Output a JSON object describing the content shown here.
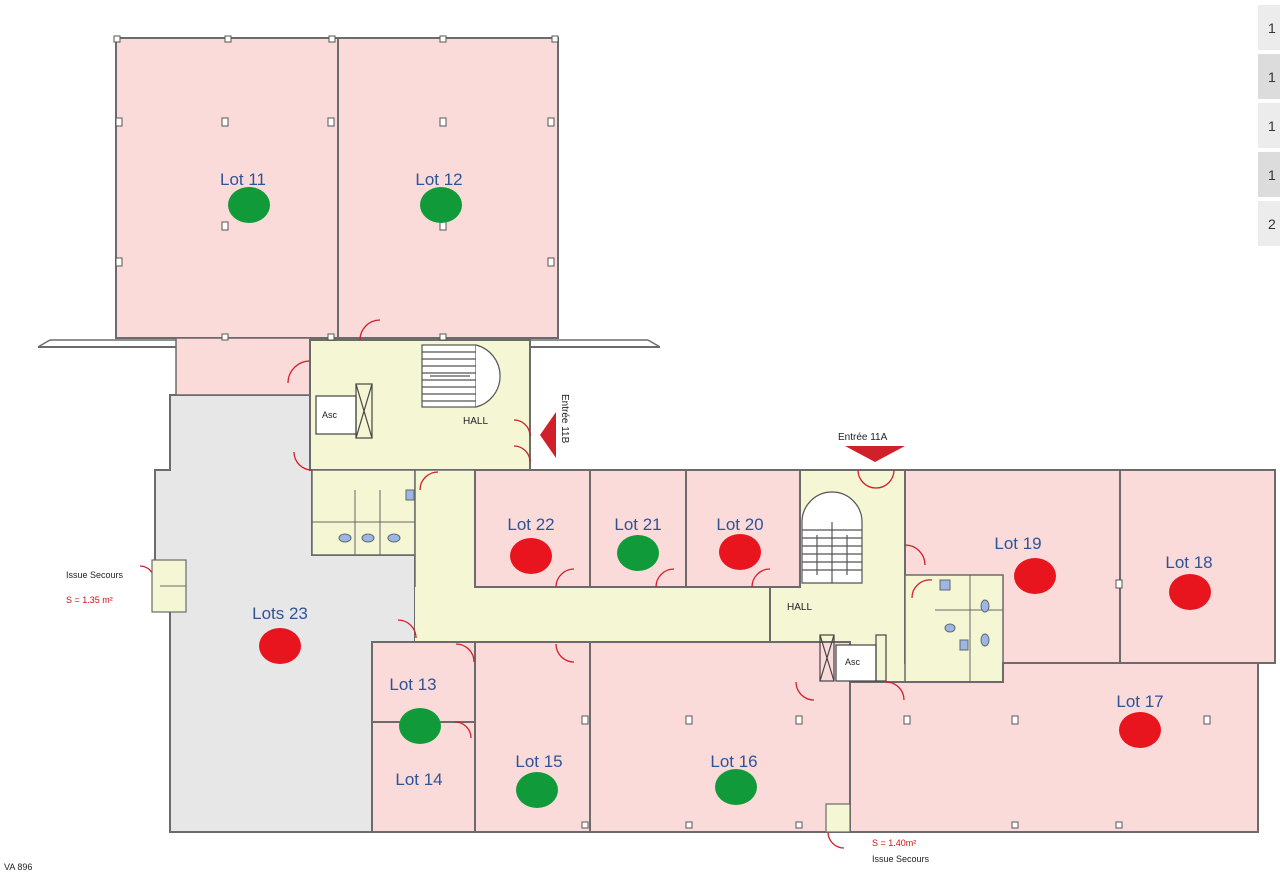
{
  "colors": {
    "available": "#119a3a",
    "taken": "#e8141e",
    "office_fill": "#fbdada",
    "common_fill": "#f4f6d4",
    "storage_fill": "#e7e7e7",
    "wall": "#6b6b6b",
    "label": "#2f5496"
  },
  "lots": [
    {
      "label": "Lot 11",
      "status": "available"
    },
    {
      "label": "Lot 12",
      "status": "available"
    },
    {
      "label": "Lot 22",
      "status": "taken"
    },
    {
      "label": "Lot 21",
      "status": "available"
    },
    {
      "label": "Lot 20",
      "status": "taken"
    },
    {
      "label": "Lot 19",
      "status": "taken"
    },
    {
      "label": "Lot 18",
      "status": "taken"
    },
    {
      "label": "Lots 23",
      "status": "taken"
    },
    {
      "label": "Lot 13",
      "status": "available"
    },
    {
      "label": "Lot 14",
      "status": ""
    },
    {
      "label": "Lot 15",
      "status": "available"
    },
    {
      "label": "Lot 16",
      "status": "available"
    },
    {
      "label": "Lot 17",
      "status": "taken"
    }
  ],
  "annotations": {
    "hall_1": "HALL",
    "hall_2": "HALL",
    "asc_1": "Asc",
    "asc_2": "Asc",
    "entree_11a": "Entrée 11A",
    "entree_11b": "Entrée 11B",
    "issue_secours_left": "Issue Secours",
    "surface_left": "S = 1.35 m²",
    "issue_secours_bottom": "Issue Secours",
    "surface_bottom": "S = 1.40m²",
    "footer_code": "VA 896"
  },
  "side_tabs": [
    "1",
    "1",
    "1",
    "1",
    "2"
  ]
}
